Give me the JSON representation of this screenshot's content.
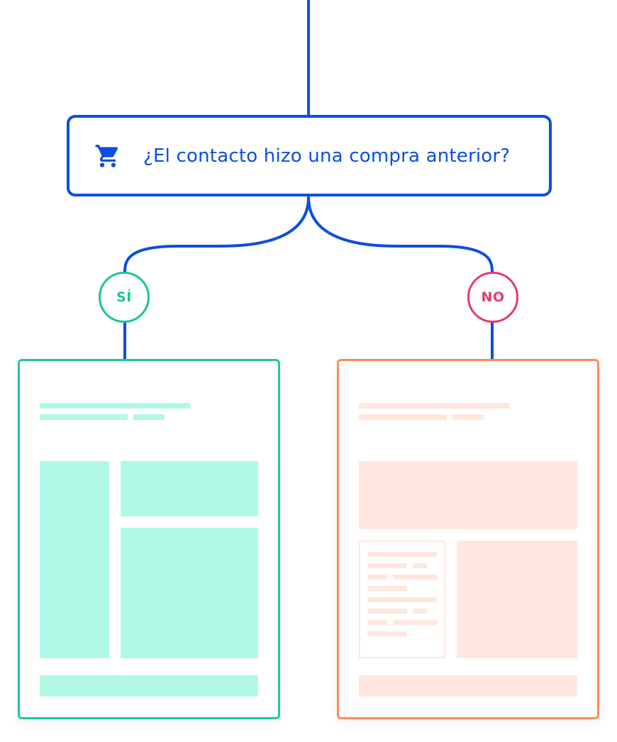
{
  "decision": {
    "question": "¿El contacto hizo una compra anterior?",
    "icon": "shopping-cart-icon"
  },
  "branches": {
    "yes": {
      "label": "SÍ"
    },
    "no": {
      "label": "NO"
    }
  },
  "colors": {
    "primary_blue": "#0b4ee0",
    "yes_green": "#1ec49b",
    "yes_fill": "#b2f8e6",
    "no_pink": "#ea3a6a",
    "no_orange": "#ff8a5c",
    "no_fill": "#ffe7df"
  }
}
